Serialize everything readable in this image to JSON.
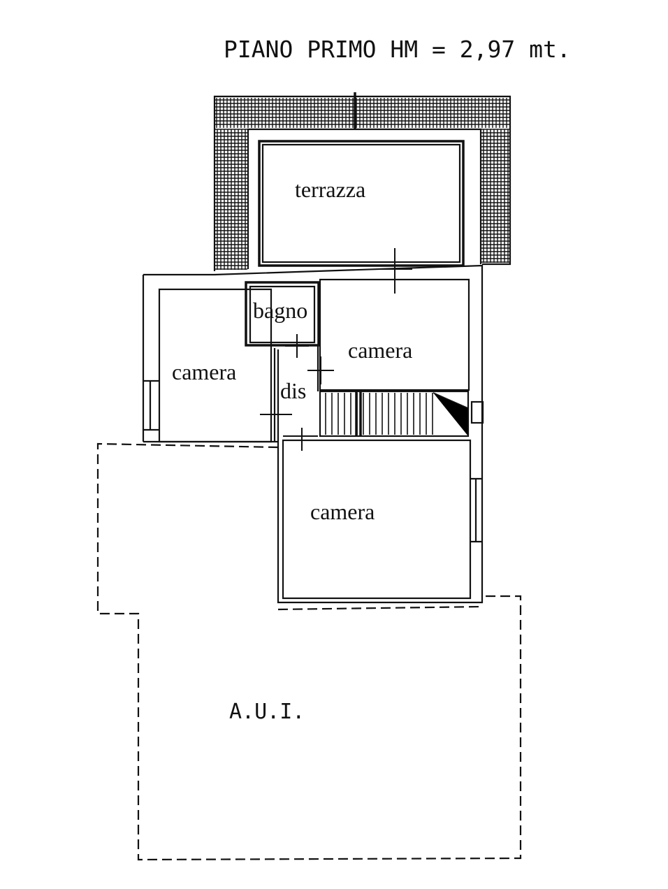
{
  "plan": {
    "title": "PIANO PRIMO HM = 2,97 mt.",
    "rooms": {
      "terrazza": "terrazza",
      "bagno": "bagno",
      "camera_right": "camera",
      "camera_left": "camera",
      "dis": "dis",
      "camera_bottom": "camera",
      "aui": "A.U.I."
    }
  }
}
